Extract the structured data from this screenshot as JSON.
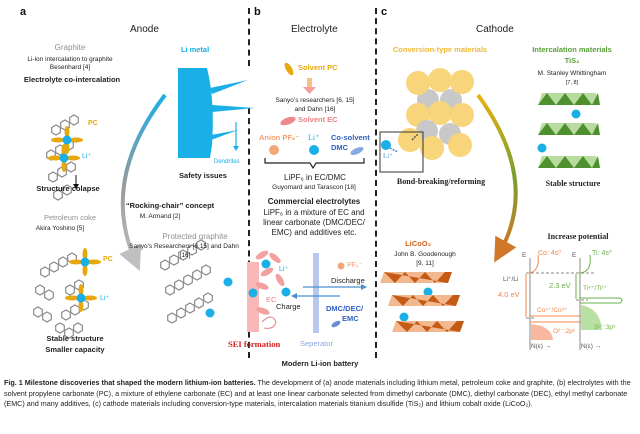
{
  "panels": {
    "a": {
      "letter": "a",
      "heading": "Anode"
    },
    "b": {
      "letter": "b",
      "heading": "Electrolyte"
    },
    "c": {
      "letter": "c",
      "heading": "Cathode"
    }
  },
  "anode": {
    "graphite": {
      "title": "Graphite",
      "line1": "Li-ion intercalation to graphite",
      "line2": "Besenhard [4]",
      "subtitle": "Electrolyte co-intercalation"
    },
    "pc_label": "PC",
    "li_label": "Li⁺",
    "collapse": "Structure colapse",
    "coke": {
      "title": "Petroleum coke",
      "author": "Akira  Yoshino [5]"
    },
    "coke_pc": "PC",
    "coke_li": "Li⁺",
    "stable1": "Stable structure",
    "stable2": "Smaller capacity",
    "li_metal": "Li metal",
    "dendrites": "Dendrites",
    "safety": "Safety issues",
    "rocking": "“Rocking-chair” concept",
    "armand": "M. Armand [2]",
    "protected": "Protected graphite",
    "sanyo1": "Sanyo’s Researchers [6,15] and Dahn",
    "sanyo2": "[16]"
  },
  "electrolyte": {
    "solvent_pc": "Solvent PC",
    "sanyo1": "Sanyo’s researchers [6, 15]",
    "sanyo2": "and Dahn [16]",
    "solvent_ec": "Solvent EC",
    "anion": "Anion PF₆⁻",
    "li": "Li⁺",
    "cosolvent1": "Co-solvent",
    "cosolvent2": "DMC",
    "lipf6": "LiPF₆ in EC/DMC",
    "guyomard": "Guyomard and Tarascon  [18]",
    "commercial": "Commercial electrolytes",
    "desc1": "LiPF₆ in a mixture of EC and",
    "desc2": "linear carbonate (DMC/DEC/",
    "desc3": "EMC) and additives etc.",
    "battery": {
      "li": "Li⁺",
      "ec": "EC",
      "pf6": "PF₆⁻",
      "discharge": "Discharge",
      "charge": "Charge",
      "linear1": "DMC/DEC/",
      "linear2": "EMC",
      "sei": "SEI  formation",
      "separator": "Seperator"
    },
    "modern": "Modern Li-ion battery"
  },
  "cathode": {
    "conversion": "Conversion-type materials",
    "li": "Li⁺",
    "bond": "Bond-breaking/reforming",
    "intercalation": "Intercalation materials",
    "tis2": "TiS₂",
    "whittingham": "M. Stanley Whittingham",
    "whittingham_ref": "[7, 8]",
    "stable": "Stable structure",
    "increase": "Increase potential",
    "licoo2": "LiCoO₂",
    "goodenough": "John B. Goodenough",
    "goodenough_ref": "[9, 11]",
    "energy": {
      "co": {
        "top": "Co: 4s⁰",
        "axis": "E",
        "ref": "Li⁺/Li",
        "gap": "4.0 eV",
        "couple": "Co⁴⁺/Co³⁺",
        "band": "O²⁻:2p⁶",
        "xaxis": "N(ε) →"
      },
      "ti": {
        "top": "Ti: 4s⁰",
        "axis": "E",
        "gap": "2.3 eV",
        "couple": "Ti⁴⁺/Ti³⁺",
        "band": "S²⁻:3p⁶",
        "xaxis": "N(ε) →"
      }
    }
  },
  "colors": {
    "li_blue": "#1AAFE6",
    "pc_gold": "#E8A80C",
    "ec_pink": "#EE8080",
    "anion_orange": "#F0A070",
    "dmc_blue": "#3060C0",
    "green": "#5AA03A",
    "licoo2_orange": "#D0651A",
    "sei_red": "#D02020",
    "gray_text": "#909090"
  },
  "caption": {
    "bold": "Fig. 1 Milestone discoveries that shaped the modern lithium-ion batteries.",
    "text": " The development of (a) anode materials including lithium metal, petroleum coke and graphite, (b) electrolytes with the solvent propylene carbonate (PC), a mixture of ethylene carbonate (EC) and at least one linear carbonate selected from dimethyl carbonate (DMC), diethyl carbonate (DEC), ethyl methyl carbonate (EMC) and many additives, (c) cathode materials including conversion-type materials, intercalation materials titanium disulfide (TiS₂) and lithium cobalt oxide (LiCoO₂)."
  }
}
